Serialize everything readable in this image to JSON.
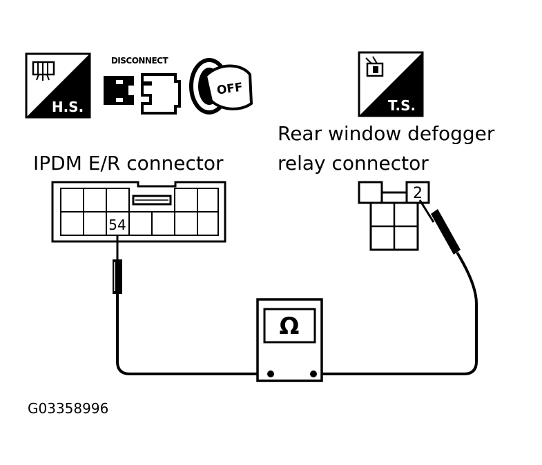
{
  "icons": {
    "hs_text": "H.S.",
    "ts_text": "T.S.",
    "disconnect_text": "DISCONNECT",
    "off_text": "OFF"
  },
  "labels": {
    "ipdm_connector": "IPDM E/R connector",
    "relay_connector_line1": "Rear window defogger",
    "relay_connector_line2": "relay connector"
  },
  "pins": {
    "ipdm_pin": "54",
    "relay_pin": "2"
  },
  "meter": {
    "symbol": "Ω"
  },
  "figure_id": "G03358996"
}
